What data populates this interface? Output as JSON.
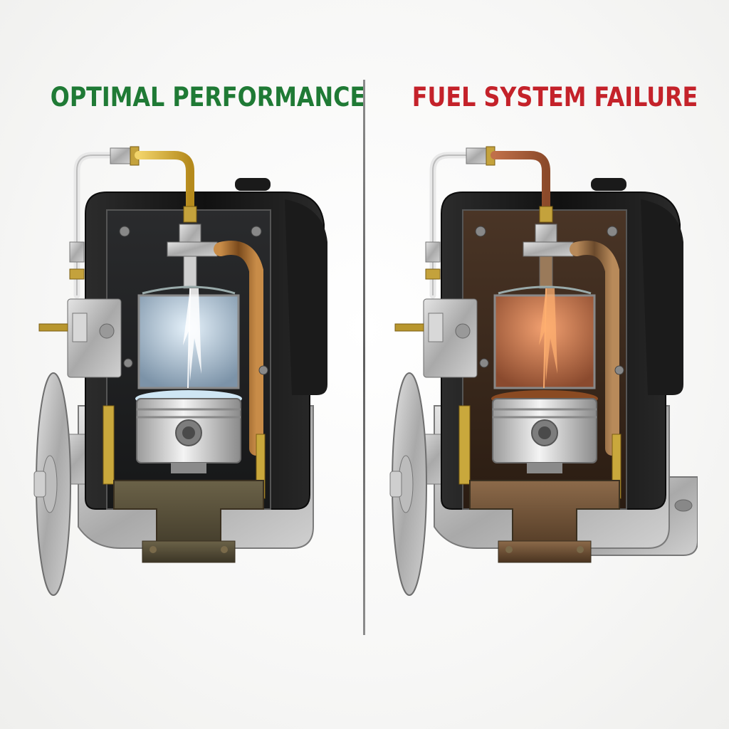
{
  "panels": {
    "left": {
      "title": "OPTIMAL PERFORMANCE",
      "title_color": "#1f7a35",
      "state": "optimal"
    },
    "right": {
      "title": "FUEL SYSTEM FAILURE",
      "title_color": "#c4222a",
      "state": "failure"
    }
  },
  "icons": {
    "left": [
      "clean-fuel-line-icon",
      "clean-spray-icon",
      "piston-icon",
      "flywheel-icon"
    ],
    "right": [
      "corroded-fuel-line-icon",
      "sputtering-spray-icon",
      "piston-icon",
      "flywheel-icon"
    ]
  }
}
